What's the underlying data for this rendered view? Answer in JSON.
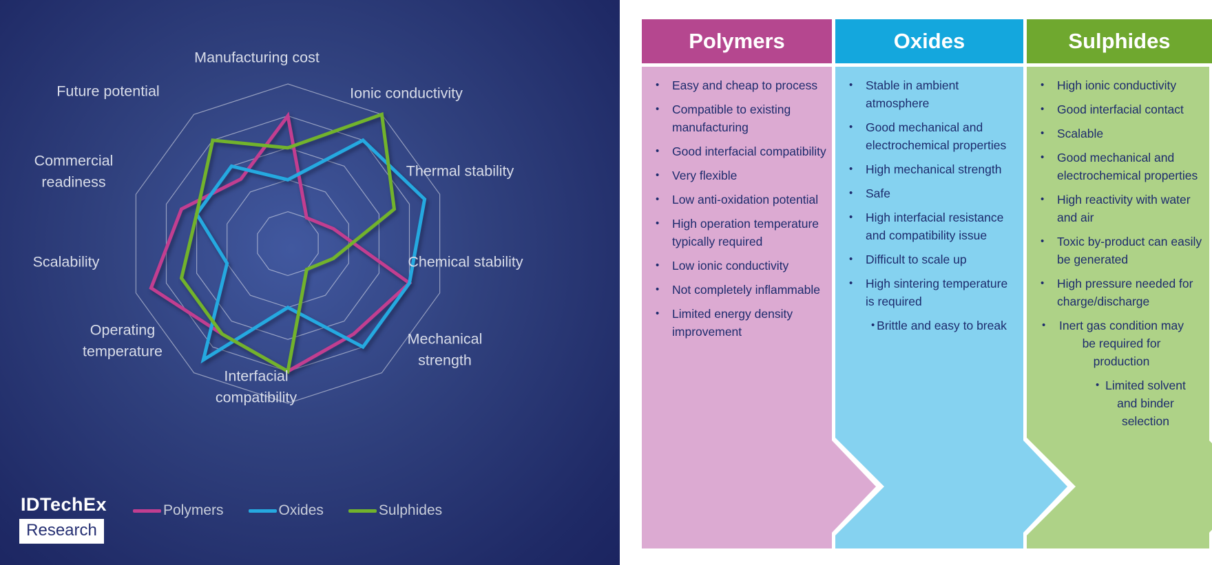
{
  "brand": {
    "logo_top": "IDTechEx",
    "logo_bottom": "Research"
  },
  "chart_data": {
    "type": "radar",
    "axes": [
      "Manufacturing cost",
      "Ionic conductivity",
      "Thermal stability",
      "Chemical stability",
      "Mechanical strength",
      "Interfacial compatibility",
      "Operating temperature",
      "Scalability",
      "Commercial readiness",
      "Future potential"
    ],
    "scale": {
      "min": 0,
      "max": 5,
      "rings": 5,
      "grid_shape": "decagon",
      "radial_spokes": false
    },
    "series": [
      {
        "name": "Polymers",
        "color": "#c23e90",
        "values": [
          4,
          1,
          1.5,
          4,
          3.5,
          4,
          3.5,
          4.5,
          3.5,
          2.5
        ]
      },
      {
        "name": "Oxides",
        "color": "#25a9e0",
        "values": [
          2,
          4,
          4.5,
          4,
          4,
          2,
          4.5,
          2,
          3,
          3
        ]
      },
      {
        "name": "Sulphides",
        "color": "#72b32c",
        "values": [
          3,
          5,
          3.5,
          1.5,
          1,
          4,
          3.5,
          3.5,
          3,
          4
        ]
      }
    ],
    "legend_position": "bottom-left",
    "grid_color": "#ffffff"
  },
  "columns": [
    {
      "title": "Polymers",
      "header_color": "#b5478f",
      "body_color": "#dcaad2",
      "items": [
        "Easy and cheap to process",
        "Compatible to existing manufacturing",
        "Good interfacial compatibility",
        "Very flexible",
        "Low anti-oxidation potential",
        "High operation temperature typically required",
        "Low ionic conductivity",
        "Not completely inflammable",
        "Limited energy density improvement"
      ]
    },
    {
      "title": "Oxides",
      "header_color": "#14a7dd",
      "body_color": "#85d2f0",
      "items": [
        "Stable in ambient atmosphere",
        "Good mechanical and electrochemical properties",
        "High mechanical strength",
        "Safe",
        "High interfacial resistance and compatibility issue",
        "Difficult to scale up",
        "High sintering temperature is required",
        "Brittle and easy to break"
      ]
    },
    {
      "title": "Sulphides",
      "header_color": "#6fa82f",
      "body_color": "#aed287",
      "items": [
        "High ionic conductivity",
        "Good interfacial contact",
        "Scalable",
        "Good mechanical and electrochemical properties",
        "High reactivity with water and air",
        "Toxic by-product can easily be generated",
        "High pressure needed for charge/discharge",
        "Inert gas condition may be required for production",
        "Limited solvent and binder selection"
      ]
    }
  ],
  "colors": {
    "panel_navy": "#1f2a66",
    "axis_label_text": "#d9dde9",
    "bullet_text": "#1d2b6d",
    "legend_text": "#c8cdda"
  }
}
